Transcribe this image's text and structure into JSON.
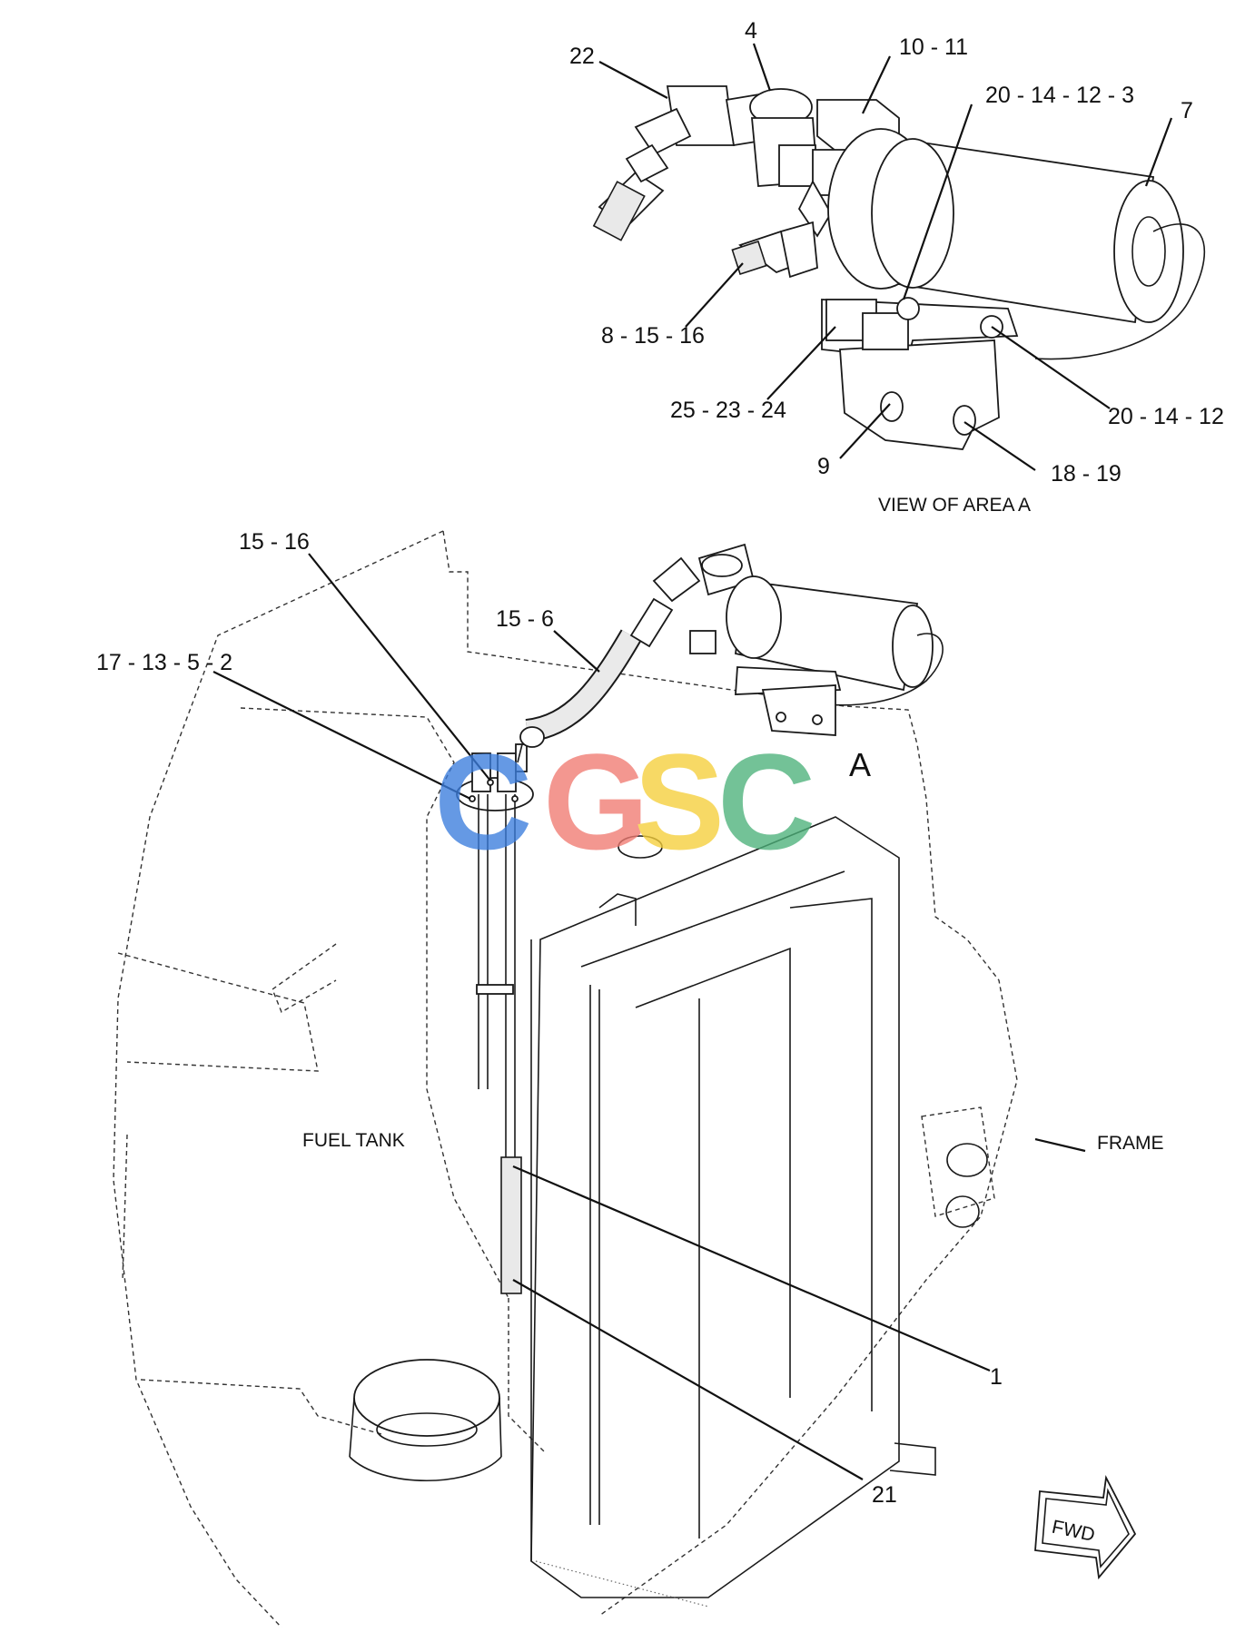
{
  "labels": {
    "l_22": "22",
    "l_4": "4",
    "l_10_11": "10 - 11",
    "l_20_14_12_3": "20 - 14 - 12 - 3",
    "l_7": "7",
    "l_8_15_16": "8 - 15 - 16",
    "l_25_23_24": "25 - 23 - 24",
    "l_20_14_12": "20 - 14 - 12",
    "l_9": "9",
    "l_18_19": "18 - 19",
    "view_caption": "VIEW OF AREA  A",
    "l_15_16": "15 - 16",
    "l_15_6": "15 - 6",
    "l_17_13_5_2": "17 - 13 - 5 - 2",
    "area_a": "A",
    "fuel_tank": "FUEL TANK",
    "frame": "FRAME",
    "l_1": "1",
    "l_21": "21",
    "fwd": "FWD"
  },
  "watermark": {
    "letters": [
      "C",
      "G",
      "S",
      "C"
    ],
    "colors": [
      "#3b7ddd",
      "#f07b72",
      "#f6cf3a",
      "#4db27a"
    ]
  }
}
